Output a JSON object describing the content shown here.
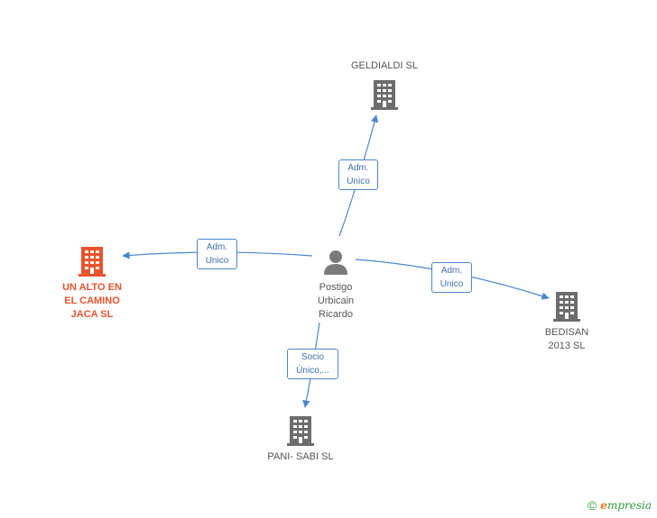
{
  "nodes": {
    "geldialdi": {
      "label": "GELDIALDI SL"
    },
    "un_alto": {
      "label": "UN ALTO EN\nEL CAMINO\nJACA SL"
    },
    "person": {
      "label": "Postigo\nUrbicain\nRicardo"
    },
    "bedisan": {
      "label": "BEDISAN\n2013 SL"
    },
    "panisabi": {
      "label": "PANI- SABI SL"
    }
  },
  "edges": {
    "to_geldialdi": {
      "label": "Adm.\nUnico"
    },
    "to_un_alto": {
      "label": "Adm.\nUnico"
    },
    "to_bedisan": {
      "label": "Adm.\nUnico"
    },
    "to_panisabi": {
      "label": "Socio\nÚnico,..."
    }
  },
  "colors": {
    "edge": "#4a86d0",
    "building_gray": "#6d6d6d",
    "building_main": "#e8542b",
    "person": "#7a7a7a"
  },
  "footer": {
    "copyright_symbol": "©",
    "brand_initial": "e",
    "brand_rest": "mpresia"
  }
}
